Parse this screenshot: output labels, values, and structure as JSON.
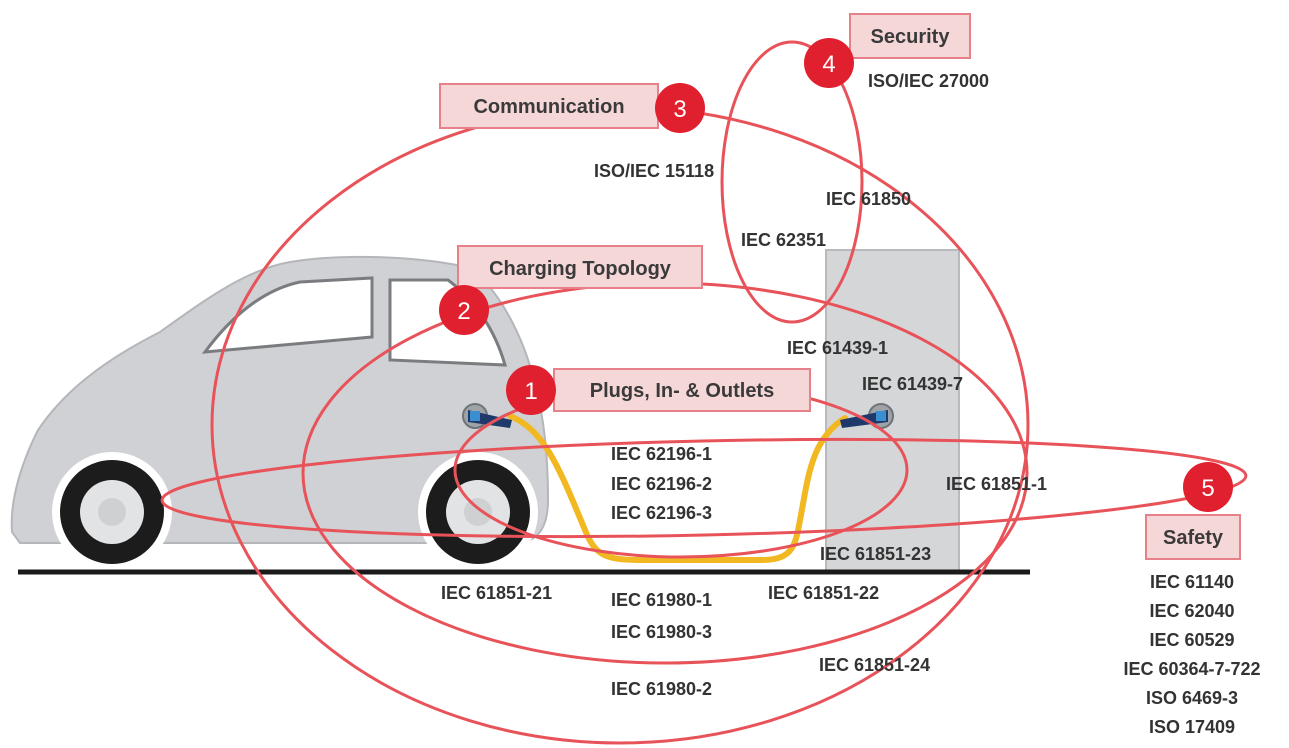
{
  "colors": {
    "ellipse": "#e8535a",
    "badge": "#e0202e",
    "label_fill": "#f6d7d8",
    "label_stroke": "#e8808a",
    "car": "#cfd1d4",
    "station": "#d5d6d8",
    "cable": "#f2b822",
    "ground": "#1a1a1a"
  },
  "categories": {
    "plugs": {
      "number": "1",
      "label": "Plugs, In- & Outlets"
    },
    "topology": {
      "number": "2",
      "label": "Charging Topology"
    },
    "communication": {
      "number": "3",
      "label": "Communication"
    },
    "security": {
      "number": "4",
      "label": "Security"
    },
    "safety": {
      "number": "5",
      "label": "Safety"
    }
  },
  "standards": {
    "iso_iec_27000": "ISO/IEC 27000",
    "iso_iec_15118": "ISO/IEC 15118",
    "iec_61850": "IEC 61850",
    "iec_62351": "IEC 62351",
    "iec_61439_1": "IEC 61439-1",
    "iec_61439_7": "IEC 61439-7",
    "iec_62196_1": "IEC 62196-1",
    "iec_62196_2": "IEC 62196-2",
    "iec_62196_3": "IEC 62196-3",
    "iec_61851_1": "IEC 61851-1",
    "iec_61851_23": "IEC 61851-23",
    "iec_61851_21": "IEC 61851-21",
    "iec_61980_1": "IEC 61980-1",
    "iec_61851_22": "IEC 61851-22",
    "iec_61980_3": "IEC 61980-3",
    "iec_61851_24": "IEC 61851-24",
    "iec_61980_2": "IEC 61980-2"
  },
  "safety_list": [
    "IEC 61140",
    "IEC 62040",
    "IEC 60529",
    "IEC 60364-7-722",
    "ISO 6469-3",
    "ISO 17409"
  ],
  "icons": {
    "car": "car-icon",
    "charging_station": "charging-station-icon",
    "vehicle_inlet": "plug-icon",
    "station_outlet": "plug-icon"
  }
}
